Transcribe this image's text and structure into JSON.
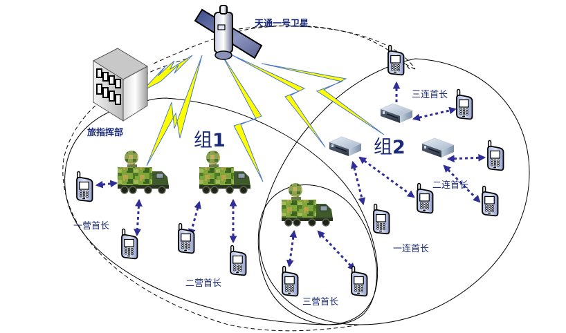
{
  "diagram": {
    "satellite": {
      "label": "天通一号卫星",
      "icon": "satellite-icon"
    },
    "headquarters": {
      "label": "旅指挥部",
      "icon": "building-icon"
    },
    "groups": [
      {
        "name": "组",
        "number": "1"
      },
      {
        "name": "组",
        "number": "2"
      }
    ],
    "unit_labels": {
      "battalion_1": "一营首长",
      "battalion_2": "二营首长",
      "battalion_3": "三营首长",
      "company_1": "一连首长",
      "company_2": "二连首长",
      "company_3": "三连首长"
    },
    "node_types": {
      "vehicle": "satcom-vehicle-icon",
      "terminal": "ground-terminal-icon",
      "phone": "handheld-phone-icon"
    },
    "colors": {
      "label": "#1a2a78",
      "lightning_fill": "#ffff00",
      "lightning_stroke": "#4a78c8",
      "arrow": "#2e2e96",
      "boundary": "#000000"
    }
  }
}
